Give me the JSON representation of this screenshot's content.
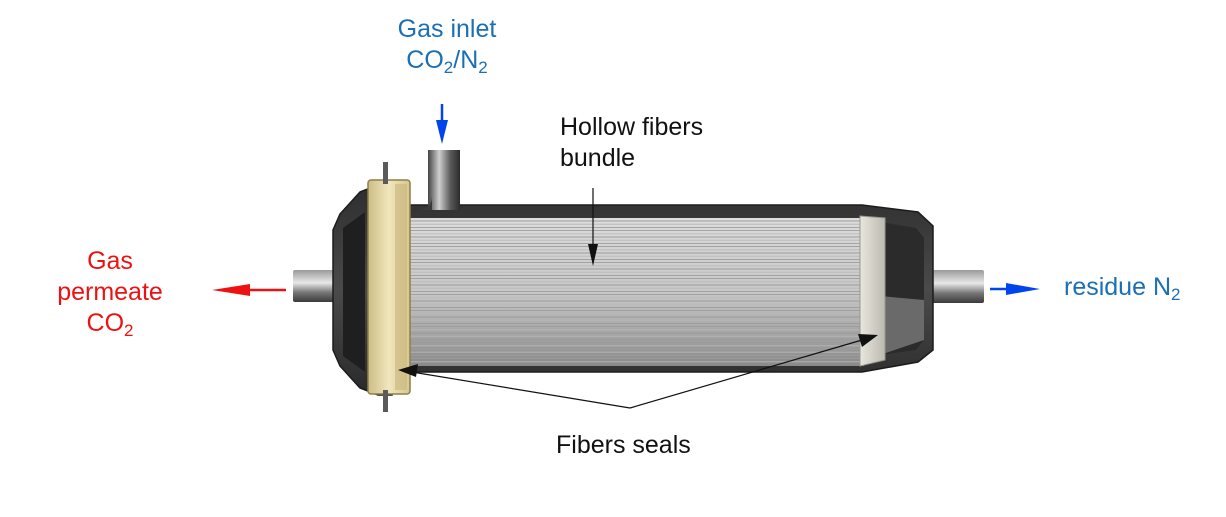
{
  "colors": {
    "inlet": "#1a6fb5",
    "permeate": "#ee1111",
    "residue": "#1a6fb5",
    "label": "#111111",
    "arrow_blue": "#0044ee",
    "arrow_red": "#ee1111",
    "shell": "#3a3a3a",
    "seal": "#e6d9a8"
  },
  "labels": {
    "gas_inlet": {
      "line1": "Gas inlet",
      "co": "CO",
      "sub1": "2",
      "slash_n": "/N",
      "sub2": "2"
    },
    "gas_permeate": {
      "line1": "Gas",
      "line2": "permeate",
      "co": "CO",
      "sub": "2"
    },
    "residue": {
      "text": "residue N",
      "sub": "2"
    },
    "hollow_fibers": {
      "line1": "Hollow fibers",
      "line2": "bundle"
    },
    "fibers_seals": {
      "text": "Fibers seals"
    }
  }
}
